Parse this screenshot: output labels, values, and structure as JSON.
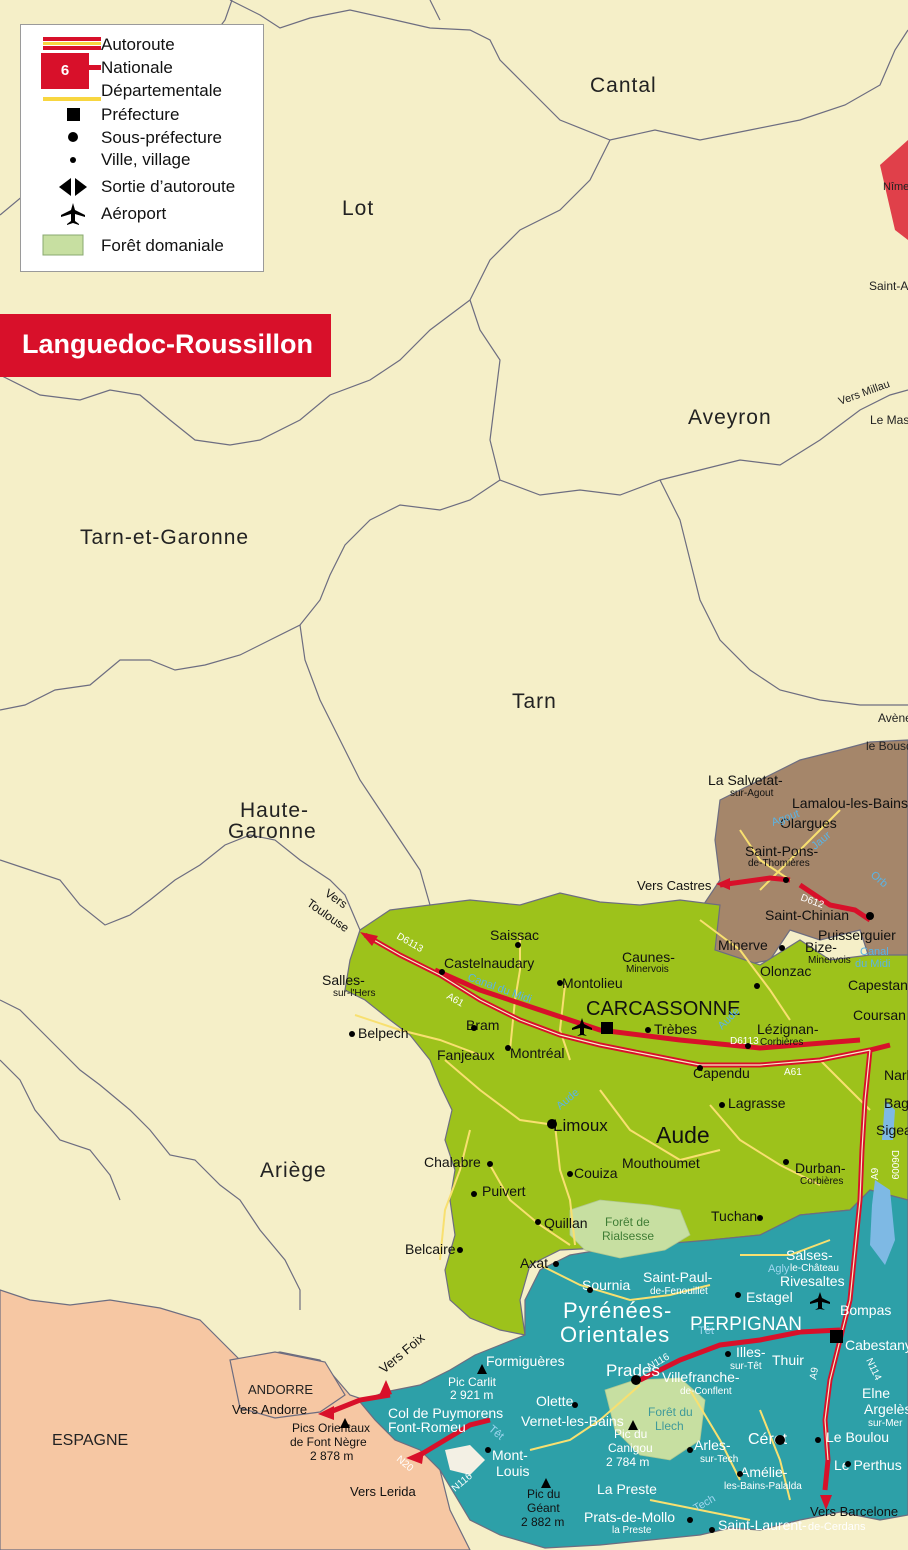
{
  "legend": {
    "autoroute": "Autoroute",
    "road_number": "6",
    "nationale": "Nationale",
    "departementale": "Départementale",
    "prefecture": "Préfecture",
    "sous_prefecture": "Sous-préfecture",
    "ville": "Ville, village",
    "sortie": "Sortie d’autoroute",
    "aeroport": "Aéroport",
    "foret": "Forêt domaniale"
  },
  "region_title": "Languedoc-Roussillon",
  "colors": {
    "background": "#f5efc8",
    "aude": "#9dc21b",
    "pyrenees": "#2da0a8",
    "herault": "#a5866a",
    "spain": "#f6c7a3",
    "autoroute": "#d8102a",
    "foret": "#c7dfa1"
  },
  "departments": {
    "cantal": "Cantal",
    "lot": "Lot",
    "aveyron": "Aveyron",
    "tarn_et_garonne": "Tarn-et-Garonne",
    "tarn": "Tarn",
    "haute_garonne_1": "Haute-",
    "haute_garonne_2": "Garonne",
    "ariege": "Ariège",
    "espagne": "ESPAGNE",
    "andorre": "ANDORRE",
    "aude": "Aude",
    "pyr1": "Pyrénées-",
    "pyr2": "Orientales"
  },
  "cities": {
    "carcassonne": "CARCASSONNE",
    "perpignan": "PERPIGNAN",
    "castelnaudary": "Castelnaudary",
    "saissac": "Saissac",
    "caunes": "Caunes-",
    "caunes_sub": "Minervois",
    "montolieu": "Montolieu",
    "salles": "Salles-",
    "salles_sub": "sur-l'Hers",
    "belpech": "Belpech",
    "bram": "Bram",
    "fanjeaux": "Fanjeaux",
    "montreal": "Montréal",
    "trebes": "Trèbes",
    "capendu": "Capendu",
    "lezignan": "Lézignan-",
    "lezignan_sub": "Corbières",
    "lagrasse": "Lagrasse",
    "limoux": "Limoux",
    "chalabre": "Chalabre",
    "puivert": "Puivert",
    "couiza": "Couiza",
    "mouthoumet": "Mouthoumet",
    "quillan": "Quillan",
    "belcaire": "Belcaire",
    "axat": "Axat",
    "durban": "Durban-",
    "durban_sub": "Corbières",
    "tuchan": "Tuchan",
    "salses": "Salses-",
    "salses_sub": "le-Château",
    "rivesaltes": "Rivesaltes",
    "bompas": "Bompas",
    "estagel": "Estagel",
    "sournia": "Sournia",
    "stpaul": "Saint-Paul-",
    "stpaul_sub": "de-Fenouillet",
    "formigueres": "Formiguères",
    "prades": "Prades",
    "olette": "Olette",
    "villefranche": "Villefranche-",
    "villefranche_sub": "de-Conflent",
    "illes": "Illes-",
    "illes_sub": "sur-Têt",
    "thuir": "Thuir",
    "cabestany": "Cabestany",
    "elne": "Elne",
    "argeles": "Argelès-",
    "argeles_sub": "sur-Mer",
    "boulou": "Le Boulou",
    "perthus": "Le Perthus",
    "ceret": "Céret",
    "amelie": "Amélie-",
    "amelie_sub": "les-Bains-Palalda",
    "arles": "Arles-",
    "arles_sub": "sur-Tech",
    "preste": "La Preste",
    "prats": "Prats-de-Mollo",
    "prats_sub": "la Preste",
    "stlaurent": "Saint-Laurent-",
    "stlaurent_sub": "de-Cerdans",
    "vernet": "Vernet-les-Bains",
    "mont": "Mont-",
    "louis": "Louis",
    "col1": "Col de Puymorens",
    "font_romeu": "Font-Romeu",
    "salvetat": "La Salvetat-",
    "salvetat_sub": "sur-Agout",
    "lamalou": "Lamalou-les-Bains",
    "olargues": "Olargues",
    "stpons": "Saint-Pons-",
    "stpons_sub": "de-Thomières",
    "stchinian": "Saint-Chinian",
    "puisserguier": "Puisserguier",
    "minerve": "Minerve",
    "bize": "Bize-",
    "bize_sub": "Minervois",
    "olonzac": "Olonzac",
    "capestang": "Capestang",
    "coursan": "Coursan",
    "narbonne": "Narbonne",
    "bages": "Bages",
    "sigean": "Sigean",
    "nimes_edge": "Nîmes",
    "saint_edge": "Saint-Affrique",
    "vers_millau": "Vers Millau",
    "le_m": "Le Massegros",
    "avene": "Avène",
    "le_bousquet": "le Bousquet-d'Orb"
  },
  "vers": {
    "toulouse1": "Vers",
    "toulouse2": "Toulouse",
    "castres": "Vers Castres",
    "foix": "Vers Foix",
    "andorre": "Vers Andorre",
    "lerida": "Vers Lerida",
    "barcelone": "Vers Barcelone"
  },
  "peaks": {
    "carlit": "Pic Carlit",
    "carlit_alt": "2 921 m",
    "canigou1": "Pic du",
    "canigou2": "Canigou",
    "canigou_alt": "2 784 m",
    "geant1": "Pic du",
    "geant2": "Géant",
    "geant_alt": "2 882 m",
    "orientaux1": "Pics Orientaux",
    "orientaux2": "de Font Nègre",
    "orientaux_alt": "2 878 m"
  },
  "forests": {
    "rialsesse1": "Forêt de",
    "rialsesse2": "Rialsesse",
    "llech1": "Forêt du",
    "llech2": "Llech"
  },
  "waters": {
    "canal": "Canal du Midi",
    "canal2": "Canal",
    "canal3": "du Midi",
    "aude_river": "Aude",
    "aude_river2": "Aude",
    "agout": "Agout",
    "jaur": "Jaur",
    "orb": "Orb",
    "agly": "Agly",
    "tet": "Têt",
    "tet2": "Têt",
    "tech": "Tech"
  },
  "roads": {
    "d6113": "D6113",
    "d6113b": "D6113",
    "a61": "A61",
    "a61b": "A61",
    "d612": "D612",
    "n116": "N116",
    "n116b": "N116",
    "n20": "N20",
    "a9": "A9",
    "a9b": "A9",
    "d6009": "D6009",
    "n114": "N114"
  }
}
